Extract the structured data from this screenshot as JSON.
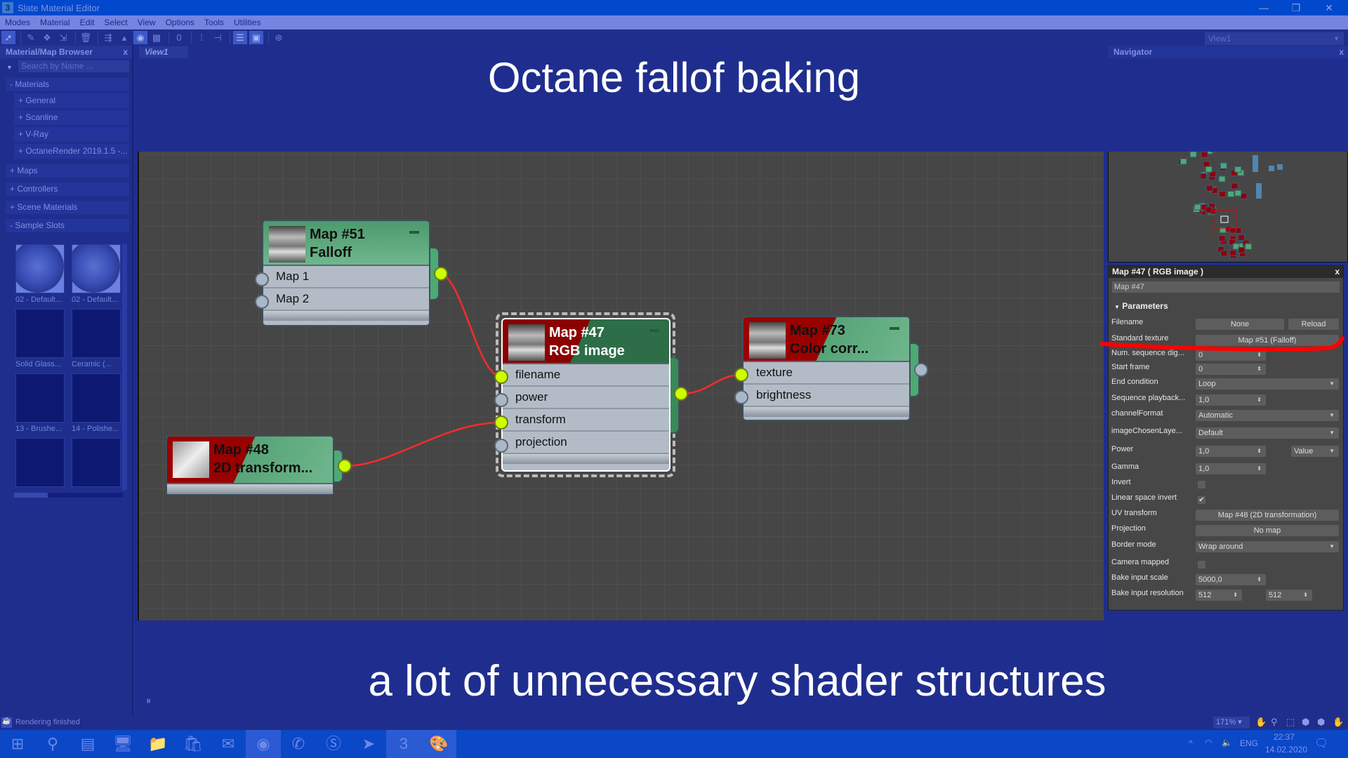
{
  "window": {
    "title": "Slate Material Editor",
    "app_icon": "3"
  },
  "menu": [
    "Modes",
    "Material",
    "Edit",
    "Select",
    "View",
    "Options",
    "Tools",
    "Utilities"
  ],
  "toolbar": {
    "icons": [
      "select-arrow-icon",
      "eyedropper-icon",
      "put-to-scene-icon",
      "assign-material-icon",
      "delete-icon",
      "move-children-icon",
      "hide-unused-icon",
      "show-shaded-icon",
      "show-background-icon",
      "material-id-icon",
      "layout-all-icon",
      "layout-children-icon",
      "parameter-editor-icon",
      "preview-window-icon",
      "pick-material-icon"
    ],
    "view_select": "View1"
  },
  "browser": {
    "title": "Material/Map Browser",
    "close": "x",
    "search_placeholder": "Search by Name ...",
    "materials": "- Materials",
    "material_groups": [
      "+ General",
      "+ Scanline",
      "+ V-Ray",
      "+ OctaneRender 2019.1.5 -..."
    ],
    "groups": [
      "+ Maps",
      "+ Controllers",
      "+ Scene Materials"
    ],
    "sample_slots": "- Sample Slots",
    "slots": [
      "02 - Default...",
      "02 - Default...",
      "Solid Glass...",
      "Ceramic  (...",
      "13 - Brushe...",
      "14 - Polishe...",
      "",
      ""
    ]
  },
  "view_tab": "View1",
  "captions": {
    "top": "Octane fallof baking",
    "bottom": "a lot of unnecessary shader structures"
  },
  "nodes": {
    "n51": {
      "id": "Map #51",
      "type": "Falloff",
      "inputs": [
        "Map 1",
        "Map 2"
      ]
    },
    "n47": {
      "id": "Map #47",
      "type": "RGB image",
      "inputs": [
        "filename",
        "power",
        "transform",
        "projection"
      ]
    },
    "n73": {
      "id": "Map #73",
      "type": "Color corr...",
      "inputs": [
        "texture",
        "brightness"
      ]
    },
    "n48": {
      "id": "Map #48",
      "type": "2D transform..."
    }
  },
  "navigator": {
    "title": "Navigator",
    "close": "x"
  },
  "params": {
    "title": "Map #47  ( RGB image )",
    "close": "x",
    "name": "Map #47",
    "section": "Parameters",
    "rows": {
      "filename": {
        "label": "Filename",
        "value": "None",
        "reload": "Reload"
      },
      "standard_texture": {
        "label": "Standard texture",
        "value": "Map #51 (Falloff)"
      },
      "num_seq": {
        "label": "Num. sequence dig...",
        "value": "0"
      },
      "start_frame": {
        "label": "Start frame",
        "value": "0"
      },
      "end_condition": {
        "label": "End condition",
        "value": "Loop"
      },
      "seq_playback": {
        "label": "Sequence playback...",
        "value": "1,0"
      },
      "channel_format": {
        "label": "channelFormat",
        "value": "Automatic"
      },
      "image_layer": {
        "label": "imageChosenLaye...",
        "value": "Default"
      },
      "power": {
        "label": "Power",
        "value": "1,0",
        "mode": "Value"
      },
      "gamma": {
        "label": "Gamma",
        "value": "1,0"
      },
      "invert": {
        "label": "Invert",
        "checked": false
      },
      "linear_invert": {
        "label": "Linear space invert",
        "checked": true,
        "mark": "✔"
      },
      "uv_transform": {
        "label": "UV transform",
        "value": "Map #48 (2D transformation)"
      },
      "projection": {
        "label": "Projection",
        "value": "No map"
      },
      "border_mode": {
        "label": "Border mode",
        "value": "Wrap around"
      },
      "camera_mapped": {
        "label": "Camera mapped",
        "checked": false
      },
      "bake_scale": {
        "label": "Bake input scale",
        "value": "5000,0"
      },
      "bake_res": {
        "label": "Bake input resolution",
        "x": "512",
        "y": "512"
      }
    }
  },
  "status": {
    "text": "Rendering finished",
    "zoom": "171%"
  },
  "taskbar": {
    "tray": {
      "lang": "ENG",
      "time": "22:37",
      "date": "14.02.2020"
    }
  },
  "colors": {
    "accent": "#0048cc",
    "socket_connected": "#ccff00",
    "wire": "#ff2a2a",
    "node_green": "#4f9e70",
    "node_red": "#9a0000"
  }
}
